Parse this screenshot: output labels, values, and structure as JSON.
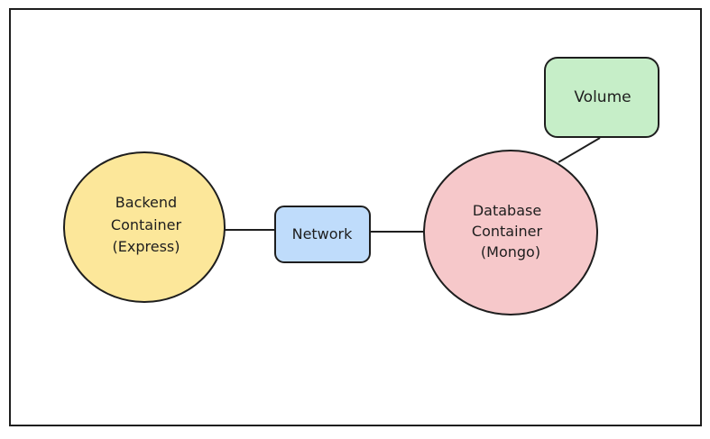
{
  "diagram": {
    "nodes": {
      "backend": {
        "lines": [
          "Backend",
          "Container",
          "(Express)"
        ],
        "fill": "#fce79a",
        "shape": "circle"
      },
      "network": {
        "label": "Network",
        "fill": "#bfdcfb",
        "shape": "rounded-rectangle"
      },
      "database": {
        "lines": [
          "Database",
          "Container",
          "(Mongo)"
        ],
        "fill": "#f6c8ca",
        "shape": "circle"
      },
      "volume": {
        "label": "Volume",
        "fill": "#c6eec8",
        "shape": "rounded-rectangle"
      }
    },
    "edges": [
      {
        "from": "backend",
        "to": "network"
      },
      {
        "from": "network",
        "to": "database"
      },
      {
        "from": "database",
        "to": "volume"
      }
    ],
    "colors": {
      "stroke": "#1e1e1e",
      "background": "#ffffff"
    }
  }
}
